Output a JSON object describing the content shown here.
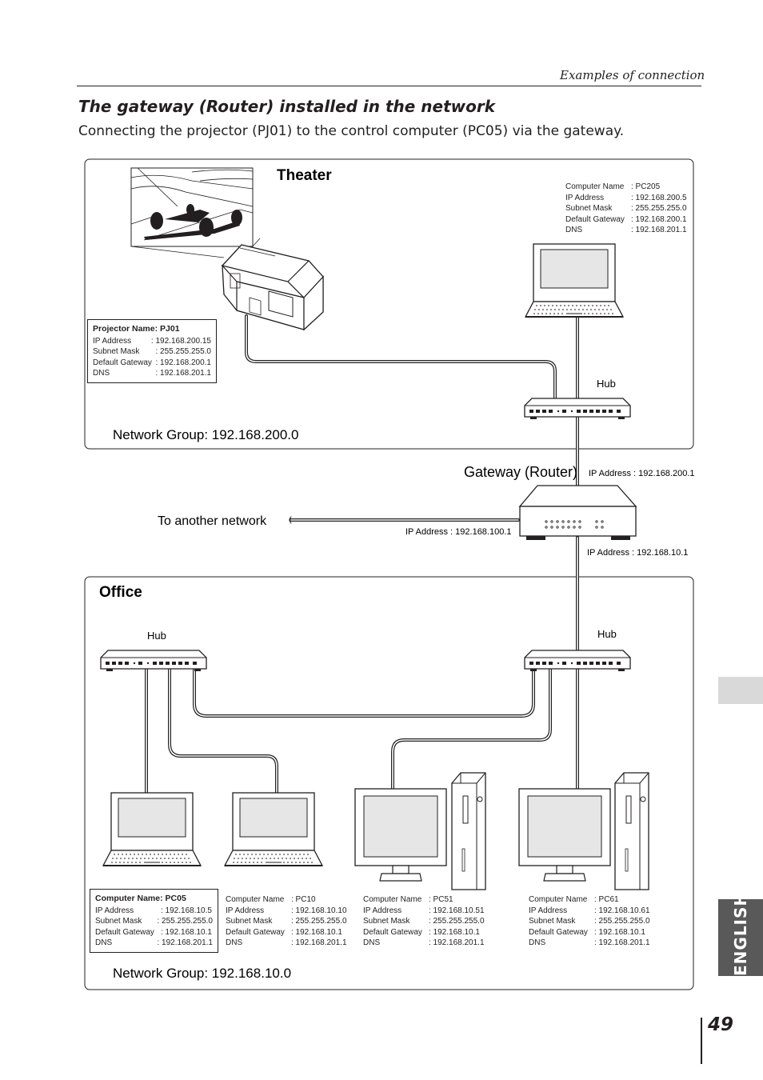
{
  "header": {
    "section": "Examples of connection"
  },
  "title": "The gateway (Router) installed in the network",
  "subtitle": "Connecting the projector (PJ01) to the control computer (PC05) via the gateway.",
  "theater": {
    "label": "Theater",
    "network_group": "Network Group: 192.168.200.0",
    "hub_label": "Hub",
    "projector": {
      "title": "Projector Name: PJ01",
      "rows": [
        {
          "k": "IP Address",
          "v": ": 192.168.200.15"
        },
        {
          "k": "Subnet Mask",
          "v": ": 255.255.255.0"
        },
        {
          "k": "Default Gateway",
          "v": ": 192.168.200.1"
        },
        {
          "k": "DNS",
          "v": ": 192.168.201.1"
        }
      ]
    },
    "pc205": {
      "rows": [
        {
          "k": "Computer Name",
          "v": ": PC205"
        },
        {
          "k": "IP Address",
          "v": ": 192.168.200.5"
        },
        {
          "k": "Subnet Mask",
          "v": ": 255.255.255.0"
        },
        {
          "k": "Default Gateway",
          "v": ": 192.168.200.1"
        },
        {
          "k": "DNS",
          "v": ": 192.168.201.1"
        }
      ]
    }
  },
  "gateway": {
    "label": "Gateway (Router)",
    "ip_top": "IP Address : 192.168.200.1",
    "ip_left": "IP Address : 192.168.100.1",
    "ip_bottom": "IP Address : 192.168.10.1",
    "another_network": "To another network"
  },
  "office": {
    "label": "Office",
    "network_group": "Network Group: 192.168.10.0",
    "hub_left_label": "Hub",
    "hub_right_label": "Hub",
    "pc05": {
      "title": "Computer Name: PC05",
      "rows": [
        {
          "k": "IP Address",
          "v": ": 192.168.10.5"
        },
        {
          "k": "Subnet Mask",
          "v": ": 255.255.255.0"
        },
        {
          "k": "Default Gateway",
          "v": ": 192.168.10.1"
        },
        {
          "k": "DNS",
          "v": ": 192.168.201.1"
        }
      ]
    },
    "pc10": {
      "rows": [
        {
          "k": "Computer Name",
          "v": ": PC10"
        },
        {
          "k": "IP Address",
          "v": ": 192.168.10.10"
        },
        {
          "k": "Subnet Mask",
          "v": ": 255.255.255.0"
        },
        {
          "k": "Default Gateway",
          "v": ": 192.168.10.1"
        },
        {
          "k": "DNS",
          "v": ": 192.168.201.1"
        }
      ]
    },
    "pc51": {
      "rows": [
        {
          "k": "Computer Name",
          "v": ": PC51"
        },
        {
          "k": "IP Address",
          "v": ": 192.168.10.51"
        },
        {
          "k": "Subnet Mask",
          "v": ": 255.255.255.0"
        },
        {
          "k": "Default Gateway",
          "v": ": 192.168.10.1"
        },
        {
          "k": "DNS",
          "v": ": 192.168.201.1"
        }
      ]
    },
    "pc61": {
      "rows": [
        {
          "k": "Computer Name",
          "v": ": PC61"
        },
        {
          "k": "IP Address",
          "v": ": 192.168.10.61"
        },
        {
          "k": "Subnet Mask",
          "v": ": 255.255.255.0"
        },
        {
          "k": "Default Gateway",
          "v": ": 192.168.10.1"
        },
        {
          "k": "DNS",
          "v": ": 192.168.201.1"
        }
      ]
    }
  },
  "side": {
    "language": "ENGLISH"
  },
  "page_number": "49"
}
